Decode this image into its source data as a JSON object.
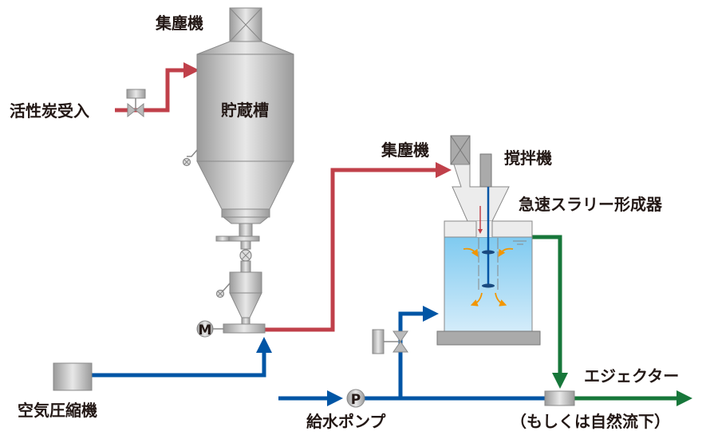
{
  "labels": {
    "dust_collector_top": "集塵機",
    "carbon_intake": "活性炭受入",
    "storage_tank": "貯蔵槽",
    "dust_collector_right": "集塵機",
    "agitator": "撹拌機",
    "slurry_former": "急速スラリー形成器",
    "air_compressor": "空気圧縮機",
    "feed_pump": "給水ポンプ",
    "ejector": "エジェクター",
    "ejector_note": "（もしくは自然流下）",
    "motor_symbol": "M",
    "pump_symbol": "P"
  },
  "colors": {
    "carbon_line": "#c0404a",
    "water_line": "#0055a5",
    "slurry_line": "#17773a",
    "mixing_arrows": "#f29600",
    "vessel_gray": "#c8c8c8",
    "water_fill": "#8fd0f0"
  }
}
